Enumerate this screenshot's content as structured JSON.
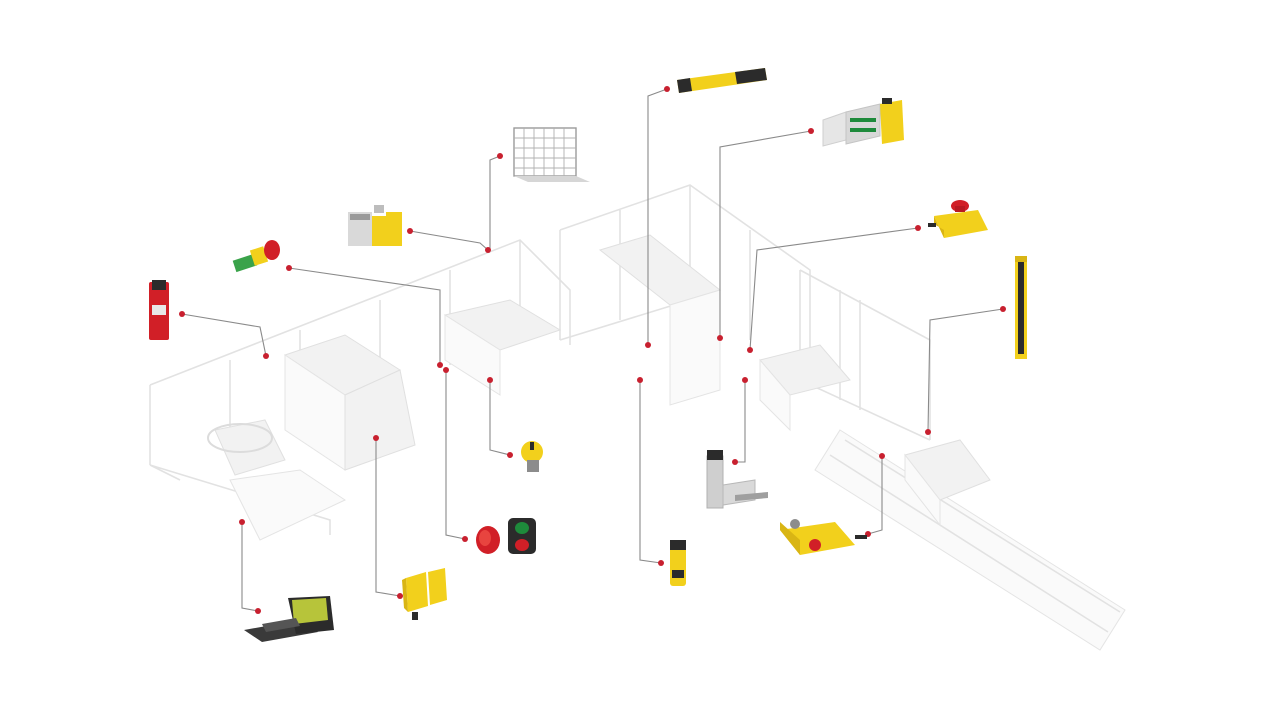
{
  "colors": {
    "background": "#ffffff",
    "callout_dot": "#c8202f",
    "callout_line": "#8a8a8a",
    "safety_yellow": "#f2d01c",
    "machine_line": "#e2e2e2"
  },
  "diagram": {
    "subject": "isometric-production-line-with-safety-devices",
    "components": [
      {
        "id": "door-interlock-switch",
        "icon": "red-interlock-switch-icon"
      },
      {
        "id": "led-indicator-light",
        "icon": "indicator-light-icon"
      },
      {
        "id": "safety-relays-small",
        "icon": "safety-relay-icon"
      },
      {
        "id": "mesh-fence-panel",
        "icon": "fence-panel-icon"
      },
      {
        "id": "light-curtain-top",
        "icon": "light-beam-sensor-icon"
      },
      {
        "id": "safety-plc-modules",
        "icon": "safety-plc-icon"
      },
      {
        "id": "emergency-stop-box",
        "icon": "emergency-stop-icon"
      },
      {
        "id": "vertical-light-curtain",
        "icon": "light-curtain-icon"
      },
      {
        "id": "door-handle-lock",
        "icon": "door-handle-icon"
      },
      {
        "id": "two-hand-control-station",
        "icon": "push-button-station-icon"
      },
      {
        "id": "small-safety-sensor",
        "icon": "sensor-icon"
      },
      {
        "id": "indicator-beacon",
        "icon": "beacon-icon"
      },
      {
        "id": "start-stop-buttons",
        "icon": "push-button-icon"
      },
      {
        "id": "non-contact-safety-sensor",
        "icon": "non-contact-sensor-icon"
      },
      {
        "id": "safety-mat",
        "icon": "safety-mat-icon"
      }
    ]
  }
}
